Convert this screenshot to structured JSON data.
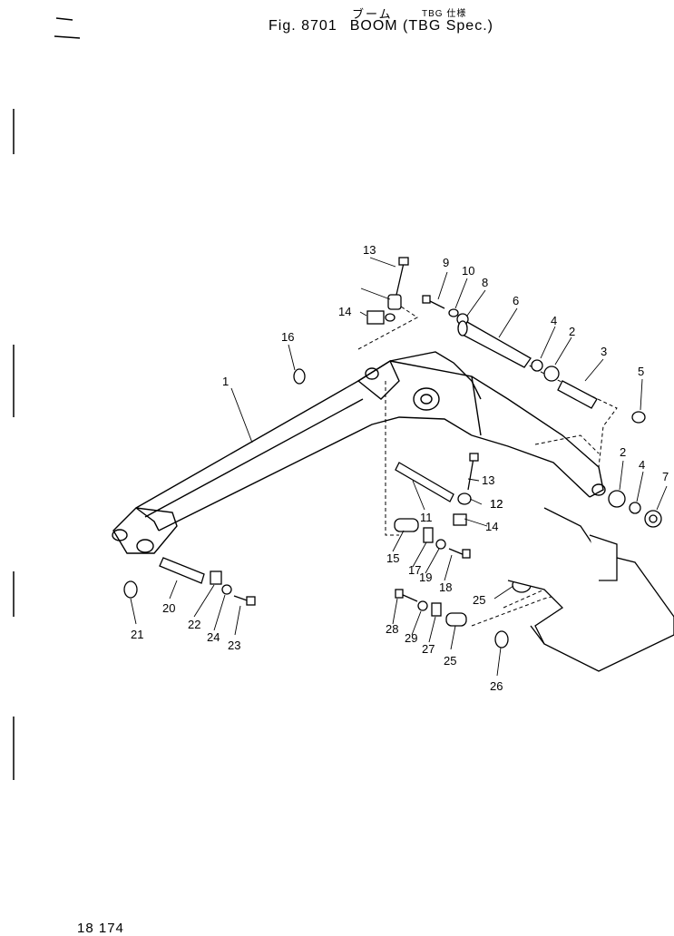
{
  "header": {
    "japanese_title": "ブーム",
    "spec_label": "TBG 仕様",
    "figure_label": "Fig. 8701",
    "title": "BOOM (TBG Spec.)"
  },
  "footer": {
    "page_code": "18 174"
  },
  "callouts": [
    "1",
    "2",
    "3",
    "4",
    "5",
    "6",
    "7",
    "8",
    "9",
    "10",
    "11",
    "12",
    "13",
    "14",
    "15",
    "16",
    "17",
    "18",
    "19",
    "20",
    "21",
    "22",
    "23",
    "24",
    "25",
    "26",
    "27",
    "28",
    "29",
    "2",
    "4",
    "12",
    "13",
    "14",
    "25"
  ],
  "colors": {
    "ink": "#000000",
    "paper": "#ffffff"
  }
}
